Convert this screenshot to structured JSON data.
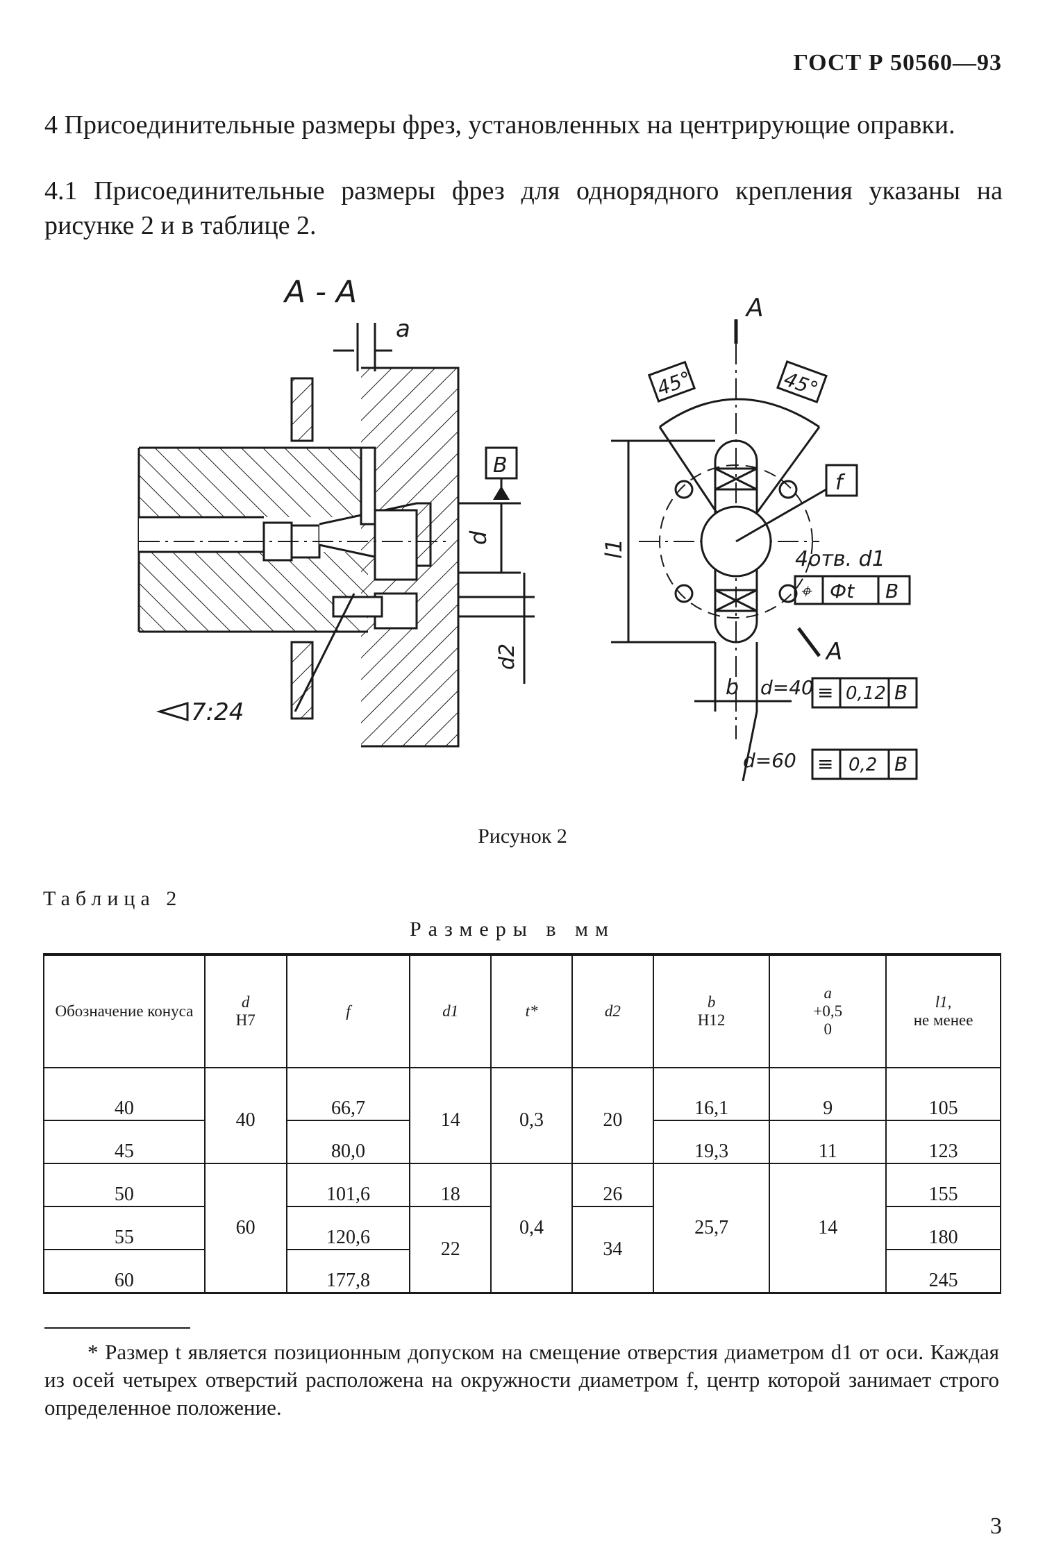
{
  "header": {
    "doc_code": "ГОСТ Р 50560—93"
  },
  "paragraphs": {
    "p1": "4 Присоединительные размеры фрез, установленных на центрирующие оправки.",
    "p2": "4.1 Присоединительные размеры фрез для однорядного крепления указаны на рисунке 2 и в таблице 2."
  },
  "figure": {
    "section_label": "A - A",
    "labels": {
      "a": "a",
      "B": "B",
      "d": "d",
      "d2": "d2",
      "taper": "7:24",
      "A": "A",
      "angle1": "45°",
      "angle2": "45°",
      "f": "f",
      "l1": "l1",
      "holes": "4отв. d1",
      "pos_tol": "⌖",
      "phi_t": "Фt",
      "b": "b",
      "d40": "d=40",
      "d60": "d=60",
      "tol012": "0,12",
      "tol02": "0,2",
      "sym": "≡"
    }
  },
  "caption": "Рисунок 2",
  "table": {
    "label": "Таблица 2",
    "units": "Размеры в мм",
    "headers": {
      "cone": "Обозначение конуса",
      "d": "d",
      "d_tol": "H7",
      "f": "f",
      "d1": "d1",
      "t": "t*",
      "d2": "d2",
      "b": "b",
      "b_tol": "H12",
      "a": "a",
      "a_tol": "+0,5",
      "a_tol2": "0",
      "l1": "l1,",
      "l1_note": "не менее"
    },
    "rows": [
      {
        "cone": "40",
        "f": "66,7",
        "b": "16,1",
        "a": "9",
        "l1": "105"
      },
      {
        "cone": "45",
        "f": "80,0",
        "b": "19,3",
        "a": "11",
        "l1": "123"
      },
      {
        "cone": "50",
        "f": "101,6",
        "l1": "155"
      },
      {
        "cone": "55",
        "f": "120,6",
        "l1": "180"
      },
      {
        "cone": "60",
        "f": "177,8",
        "l1": "245"
      }
    ],
    "merged": {
      "d_40": "40",
      "d_60": "60",
      "d1_14": "14",
      "d1_18": "18",
      "d1_22": "22",
      "t_03": "0,3",
      "t_04": "0,4",
      "d2_20": "20",
      "d2_26": "26",
      "d2_34": "34",
      "b_257": "25,7",
      "a_14": "14"
    }
  },
  "footnote": "* Размер t является позиционным допуском на смещение отверстия диаметром d1 от оси. Каждая из осей четырех отверстий расположена на окружности диаметром f, центр которой занимает строго определенное положение.",
  "page_number": "3"
}
